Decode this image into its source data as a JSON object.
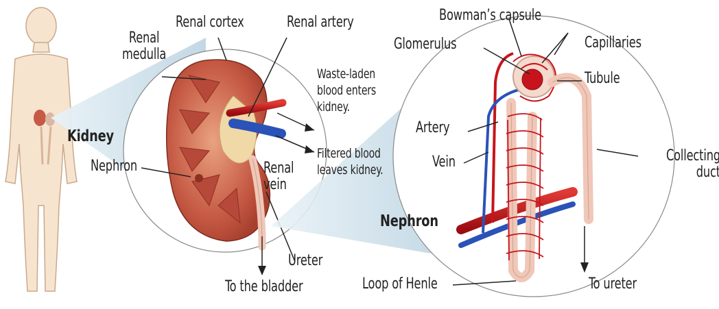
{
  "labels": {
    "renal_medulla": "Renal\nmedulla",
    "renal_cortex": "Renal cortex",
    "renal_artery": "Renal artery",
    "waste_blood": "Waste-laden\nblood enters\nkidney.",
    "filtered_blood": "Filtered blood\nleaves kidney.",
    "kidney": "Kidney",
    "nephron_left": "Nephron",
    "renal_vein": "Renal\nvein",
    "ureter": "Ureter",
    "to_bladder": "To the bladder",
    "bowmans_capsule": "Bowman’s capsule",
    "glomerulus": "Glomerulus",
    "capillaries": "Capillaries",
    "tubule": "Tubule",
    "artery": "Artery",
    "vein": "Vein",
    "collecting_duct": "Collecting\nduct",
    "nephron_title": "Nephron",
    "loop_of_henle": "Loop of Henle",
    "to_ureter": "To ureter"
  },
  "colors": {
    "skin": "#f7e4cf",
    "kidney": "#c65a44",
    "artery": "#c7141c",
    "vein": "#2a52b8",
    "callout": "#cfe1ea",
    "tube": "#f0c7b8"
  }
}
